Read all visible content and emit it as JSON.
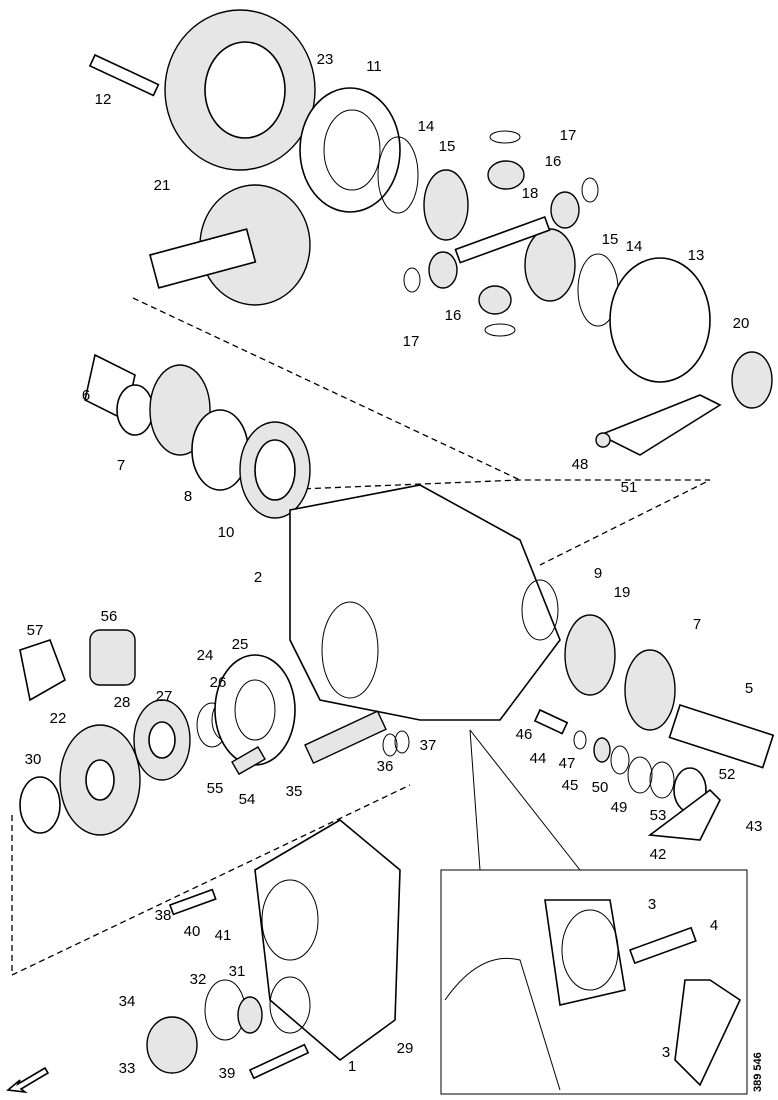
{
  "diagram": {
    "reference_number": "389 546",
    "callouts": [
      "12",
      "23",
      "11",
      "14",
      "15",
      "17",
      "16",
      "18",
      "21",
      "15",
      "14",
      "13",
      "20",
      "17",
      "16",
      "6",
      "7",
      "8",
      "10",
      "48",
      "51",
      "9",
      "2",
      "19",
      "7",
      "57",
      "56",
      "25",
      "24",
      "26",
      "5",
      "28",
      "27",
      "22",
      "30",
      "46",
      "37",
      "36",
      "44",
      "47",
      "45",
      "50",
      "35",
      "55",
      "54",
      "49",
      "53",
      "52",
      "43",
      "42",
      "38",
      "40",
      "41",
      "3",
      "4",
      "32",
      "31",
      "34",
      "29",
      "1",
      "33",
      "39",
      "3"
    ],
    "icons": [
      "direction-arrow-icon"
    ]
  }
}
